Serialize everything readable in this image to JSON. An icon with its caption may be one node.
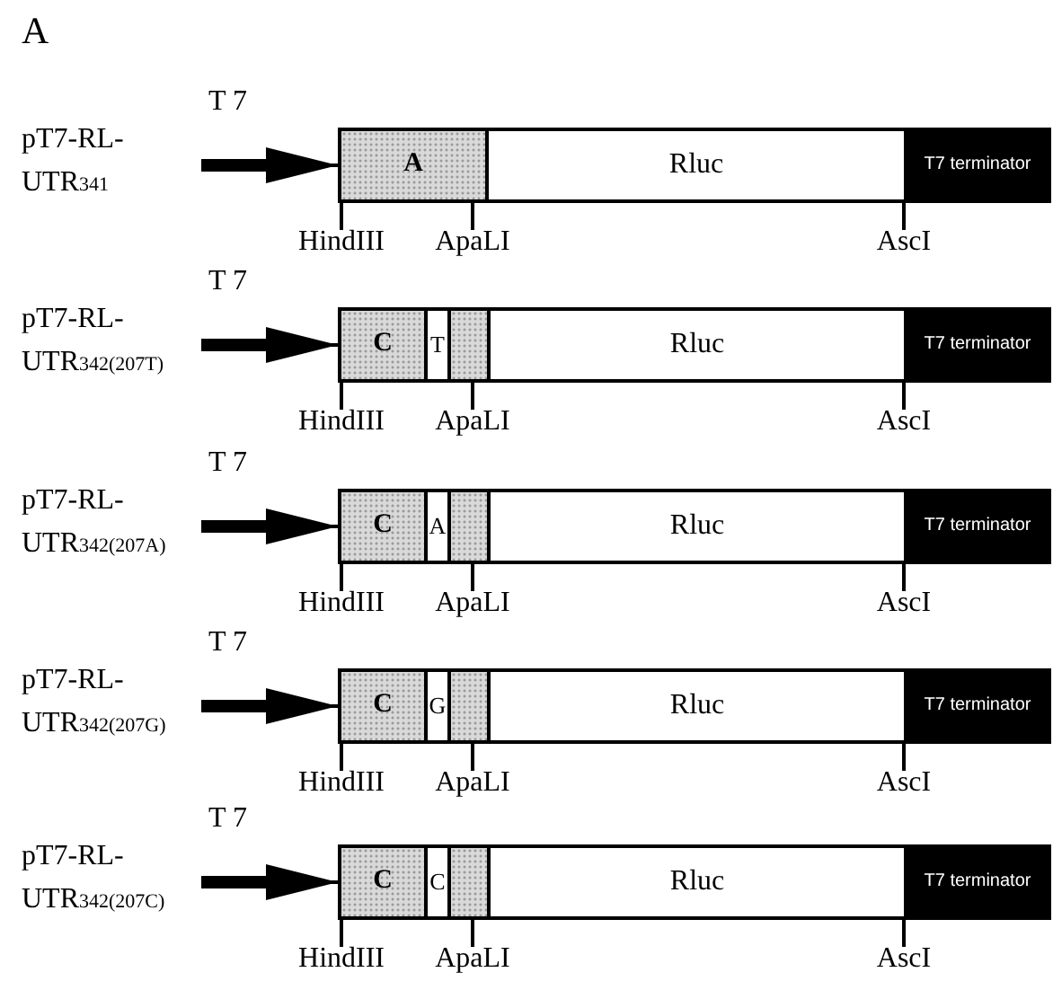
{
  "diagram": {
    "nodes": [
      {
        "text": [
          "A"
        ],
        "beside": [
          "HindIII",
          "ApaLI"
        ]
      },
      {
        "text": [
          "Rluc"
        ]
      },
      {
        "text": [
          "T7 terminator"
        ],
        "beside": [
          "AscI"
        ]
      },
      {
        "text": [
          "C"
        ],
        "beside": [
          "HindIII"
        ]
      },
      {
        "text": [
          "T"
        ]
      },
      {
        "text": [],
        "shape": "box",
        "beside": [
          "ApaLI"
        ]
      },
      {
        "text": [
          "Rluc"
        ]
      },
      {
        "text": [
          "T7 terminator"
        ],
        "beside": [
          "AscI"
        ]
      },
      {
        "text": [
          "C"
        ],
        "beside": [
          "HindIII"
        ]
      },
      {
        "text": [
          "A"
        ]
      },
      {
        "text": [],
        "shape": "box",
        "beside": [
          "ApaLI"
        ]
      },
      {
        "text": [
          "Rluc"
        ]
      },
      {
        "text": [
          "T7 terminator"
        ],
        "beside": [
          "AscI"
        ]
      },
      {
        "text": [
          "C"
        ],
        "beside": [
          "HindIII"
        ]
      },
      {
        "text": [
          "G"
        ]
      },
      {
        "text": [],
        "shape": "box",
        "beside": [
          "ApaLI"
        ]
      },
      {
        "text": [
          "Rluc"
        ]
      },
      {
        "text": [
          "T7 terminator"
        ],
        "beside": [
          "AscI"
        ]
      },
      {
        "text": [
          "C"
        ],
        "beside": [
          "HindIII"
        ]
      },
      {
        "text": [
          "C"
        ]
      },
      {
        "text": [],
        "shape": "box",
        "beside": [
          "ApaLI"
        ]
      },
      {
        "text": [
          "Rluc"
        ]
      },
      {
        "text": [
          "T7 terminator"
        ],
        "beside": [
          "AscI"
        ]
      }
    ],
    "edges": [
      {
        "from": null,
        "to": 0,
        "arrow": "to"
      },
      {
        "from": null,
        "to": 3,
        "arrow": "to"
      },
      {
        "from": null,
        "to": 8,
        "arrow": "to"
      },
      {
        "from": null,
        "to": 13,
        "arrow": "to"
      },
      {
        "from": null,
        "to": 18,
        "arrow": "to"
      }
    ],
    "labels": [
      "A",
      "pT7-RL- UTR$_{341}$",
      "T 7",
      "pT7-RL- UTR$_{342(207T)}$",
      "T 7",
      "pT7-RL- UTR$_{342(207A)}$",
      "T 7",
      "pT7-RL- UTR$_{342(207G)}$",
      "T 7",
      "pT7-RL- UTR$_{342(207C)}$",
      "T 7"
    ]
  }
}
